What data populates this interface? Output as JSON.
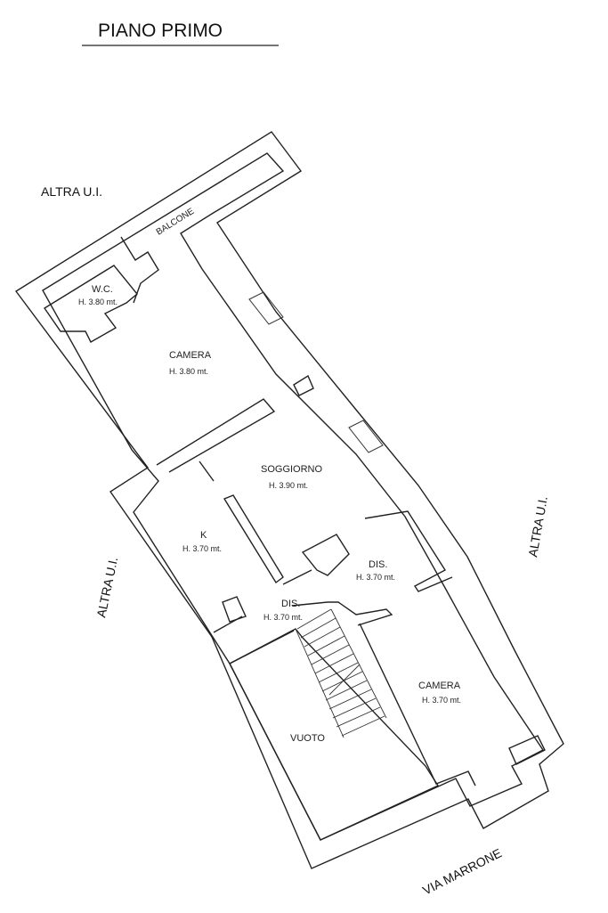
{
  "title": "PIANO PRIMO",
  "labels": {
    "altra_top": "ALTRA U.I.",
    "altra_left": "ALTRA U.I.",
    "altra_right": "ALTRA U.I.",
    "balcone": "BALCONE",
    "via": "VIA MARRONE"
  },
  "rooms": {
    "wc": {
      "name": "W.C.",
      "height": "H. 3.80 mt."
    },
    "camera1": {
      "name": "CAMERA",
      "height": "H. 3.80 mt."
    },
    "soggiorno": {
      "name": "SOGGIORNO",
      "height": "H. 3.90 mt."
    },
    "k": {
      "name": "K",
      "height": "H. 3.70 mt."
    },
    "dis1": {
      "name": "DIS.",
      "height": "H. 3.70 mt."
    },
    "dis2": {
      "name": "DIS.",
      "height": "H. 3.70 mt."
    },
    "camera2": {
      "name": "CAMERA",
      "height": "H. 3.70 mt."
    },
    "vuoto": {
      "name": "VUOTO"
    }
  }
}
